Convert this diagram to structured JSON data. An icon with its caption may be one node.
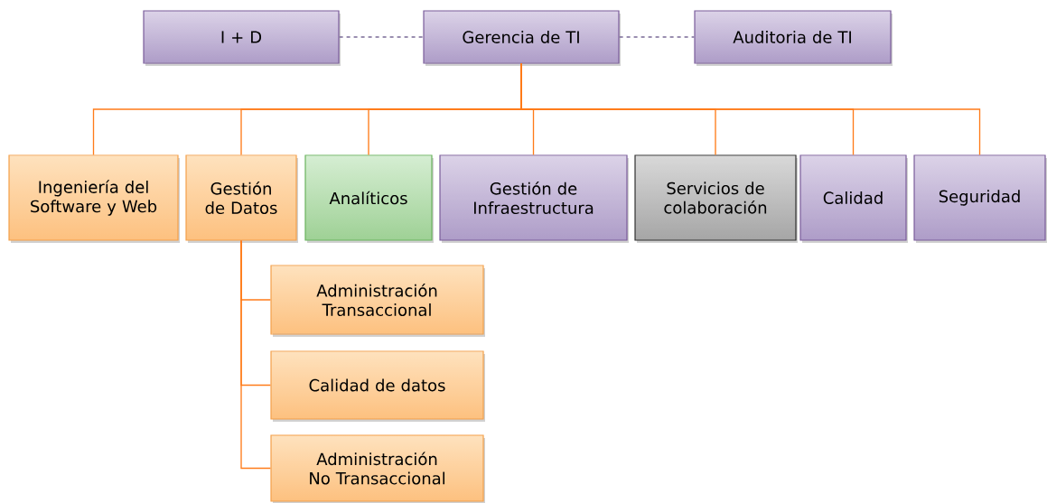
{
  "diagram": {
    "nodes": [
      {
        "text": [
          "I + D"
        ]
      },
      {
        "text": [
          "Gerencia de TI"
        ]
      },
      {
        "text": [
          "Auditoria de TI"
        ]
      },
      {
        "text": [
          "Ingeniería del Software y Web"
        ]
      },
      {
        "text": [
          "Gestión de Datos"
        ]
      },
      {
        "text": [
          "Analíticos"
        ]
      },
      {
        "text": [
          "Gestión de Infraestructura"
        ]
      },
      {
        "text": [
          "Servicios de colaboración"
        ]
      },
      {
        "text": [
          "Calidad"
        ]
      },
      {
        "text": [
          "Seguridad"
        ]
      },
      {
        "text": [
          "Administración Transaccional"
        ]
      },
      {
        "text": [
          "Calidad de datos"
        ]
      },
      {
        "text": [
          "Administración No Transaccional"
        ]
      }
    ],
    "edges": [
      {
        "from": 0,
        "to": 1,
        "arrow": "none",
        "style": "dashed",
        "color": "#7a6a96"
      },
      {
        "from": 1,
        "to": 2,
        "arrow": "none",
        "style": "dashed",
        "color": "#7a6a96"
      },
      {
        "from": 1,
        "to": 3,
        "arrow": "none"
      },
      {
        "from": 1,
        "to": 4,
        "arrow": "none"
      },
      {
        "from": 1,
        "to": 5,
        "arrow": "none"
      },
      {
        "from": 1,
        "to": 6,
        "arrow": "none"
      },
      {
        "from": 1,
        "to": 7,
        "arrow": "none"
      },
      {
        "from": 1,
        "to": 8,
        "arrow": "none"
      },
      {
        "from": 1,
        "to": 9,
        "arrow": "none"
      },
      {
        "from": 4,
        "to": 10,
        "arrow": "none"
      },
      {
        "from": 4,
        "to": 11,
        "arrow": "none"
      },
      {
        "from": 4,
        "to": 12,
        "arrow": "none"
      }
    ]
  }
}
